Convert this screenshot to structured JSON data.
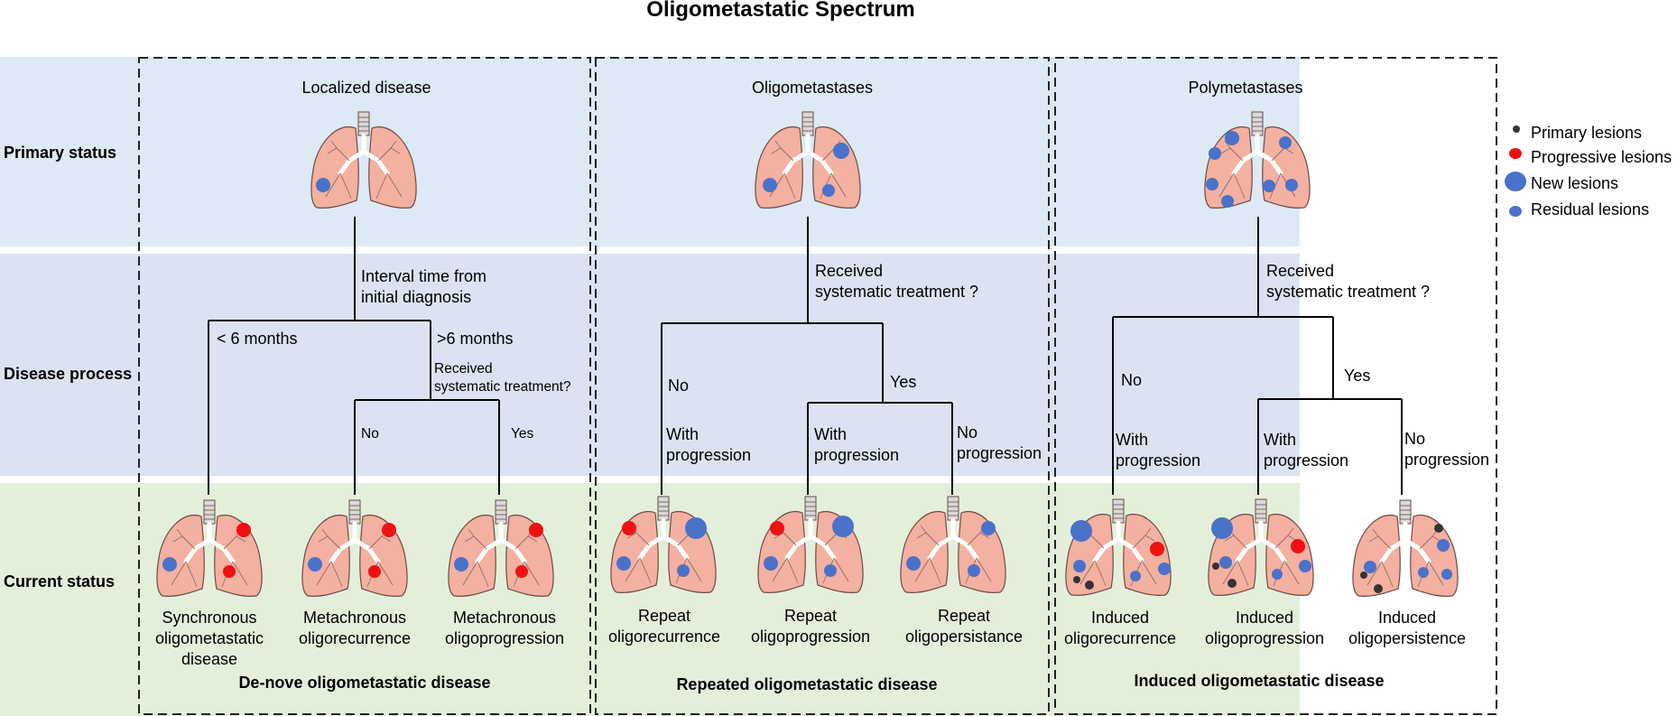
{
  "title": "Oligometastatic Spectrum",
  "row_labels": {
    "primary": "Primary status",
    "process": "Disease process",
    "current": "Current status"
  },
  "colors": {
    "band_primary": "#dde9f5",
    "band_process": "#dbe3f2",
    "band_current": "#e4efda",
    "lung": "#f4b0a0",
    "lung_outline": "#6d4b45",
    "primary_lesion": "#333333",
    "progressive_lesion": "#ee1111",
    "new_lesion": "#4a72c9",
    "residual_lesion": "#4a72c9"
  },
  "legend": [
    {
      "icon": "primary-lesion-icon",
      "label": "Primary lesions"
    },
    {
      "icon": "progressive-lesion-icon",
      "label": "Progressive lesions"
    },
    {
      "icon": "new-lesion-icon",
      "label": "New lesions"
    },
    {
      "icon": "residual-lesion-icon",
      "label": "Residual lesions"
    }
  ],
  "panels": [
    {
      "header": "Localized disease",
      "question_line1": "Interval time from",
      "question_line2": "initial diagnosis",
      "branch_left": "< 6 months",
      "branch_right": ">6 months",
      "sub_question_line1": "Received",
      "sub_question_line2": "systematic treatment?",
      "sub_no": "No",
      "sub_yes": "Yes",
      "outcomes": [
        {
          "line1": "Synchronous",
          "line2": "oligometastatic",
          "line3": "disease"
        },
        {
          "line1": "Metachronous",
          "line2": "oligorecurrence"
        },
        {
          "line1": "Metachronous",
          "line2": "oligoprogression"
        }
      ],
      "footer": "De-nove oligometastatic disease"
    },
    {
      "header": "Oligometastases",
      "question_line1": "Received",
      "question_line2": "systematic treatment ?",
      "branch_left": "No",
      "branch_right": "Yes",
      "leaf_left_line1": "With",
      "leaf_left_line2": "progression",
      "leaf_mid_line1": "With",
      "leaf_mid_line2": "progression",
      "leaf_right_line1": "No",
      "leaf_right_line2": "progression",
      "outcomes": [
        {
          "line1": "Repeat",
          "line2": "oligorecurrence"
        },
        {
          "line1": "Repeat",
          "line2": "oligoprogression"
        },
        {
          "line1": "Repeat",
          "line2": "oligopersistance"
        }
      ],
      "footer": "Repeated oligometastatic disease"
    },
    {
      "header": "Polymetastases",
      "question_line1": "Received",
      "question_line2": "systematic treatment ?",
      "branch_left": "No",
      "branch_right": "Yes",
      "leaf_left_line1": "With",
      "leaf_left_line2": "progression",
      "leaf_mid_line1": "With",
      "leaf_mid_line2": "progression",
      "leaf_right_line1": "No",
      "leaf_right_line2": "progression",
      "outcomes": [
        {
          "line1": "Induced",
          "line2": "oligorecurrence"
        },
        {
          "line1": "Induced",
          "line2": "oligoprogression"
        },
        {
          "line1": "Induced",
          "line2": "oligopersistence"
        }
      ],
      "footer": "Induced oligometastatic disease"
    }
  ]
}
